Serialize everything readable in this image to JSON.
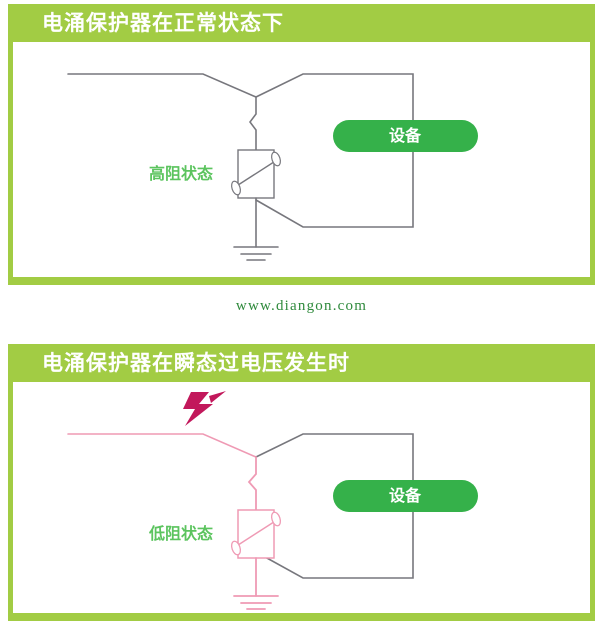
{
  "watermark": "www.diangon.com",
  "colors": {
    "header_green": "#a2cc44",
    "header_text": "#ffffff",
    "device_green": "#35b14a",
    "label_green": "#5cc45f",
    "wire_gray": "#77777d",
    "wire_pink": "#ef9ab4",
    "bolt_crimson": "#c2185b"
  },
  "panels": [
    {
      "title": "电涌保护器在正常状态下",
      "state_label": "高阻状态",
      "device_label": "设备",
      "has_lightning": false,
      "wire_color": "#77777d",
      "component_color": "#77777d"
    },
    {
      "title": "电涌保护器在瞬态过电压发生时",
      "state_label": "低阻状态",
      "device_label": "设备",
      "has_lightning": true,
      "wire_color": "#ef9ab4",
      "component_color": "#ef9ab4"
    }
  ],
  "icons": {
    "lightning": "lightning-bolt-icon",
    "ground": "ground-symbol-icon",
    "varistor": "varistor-mov-icon"
  }
}
